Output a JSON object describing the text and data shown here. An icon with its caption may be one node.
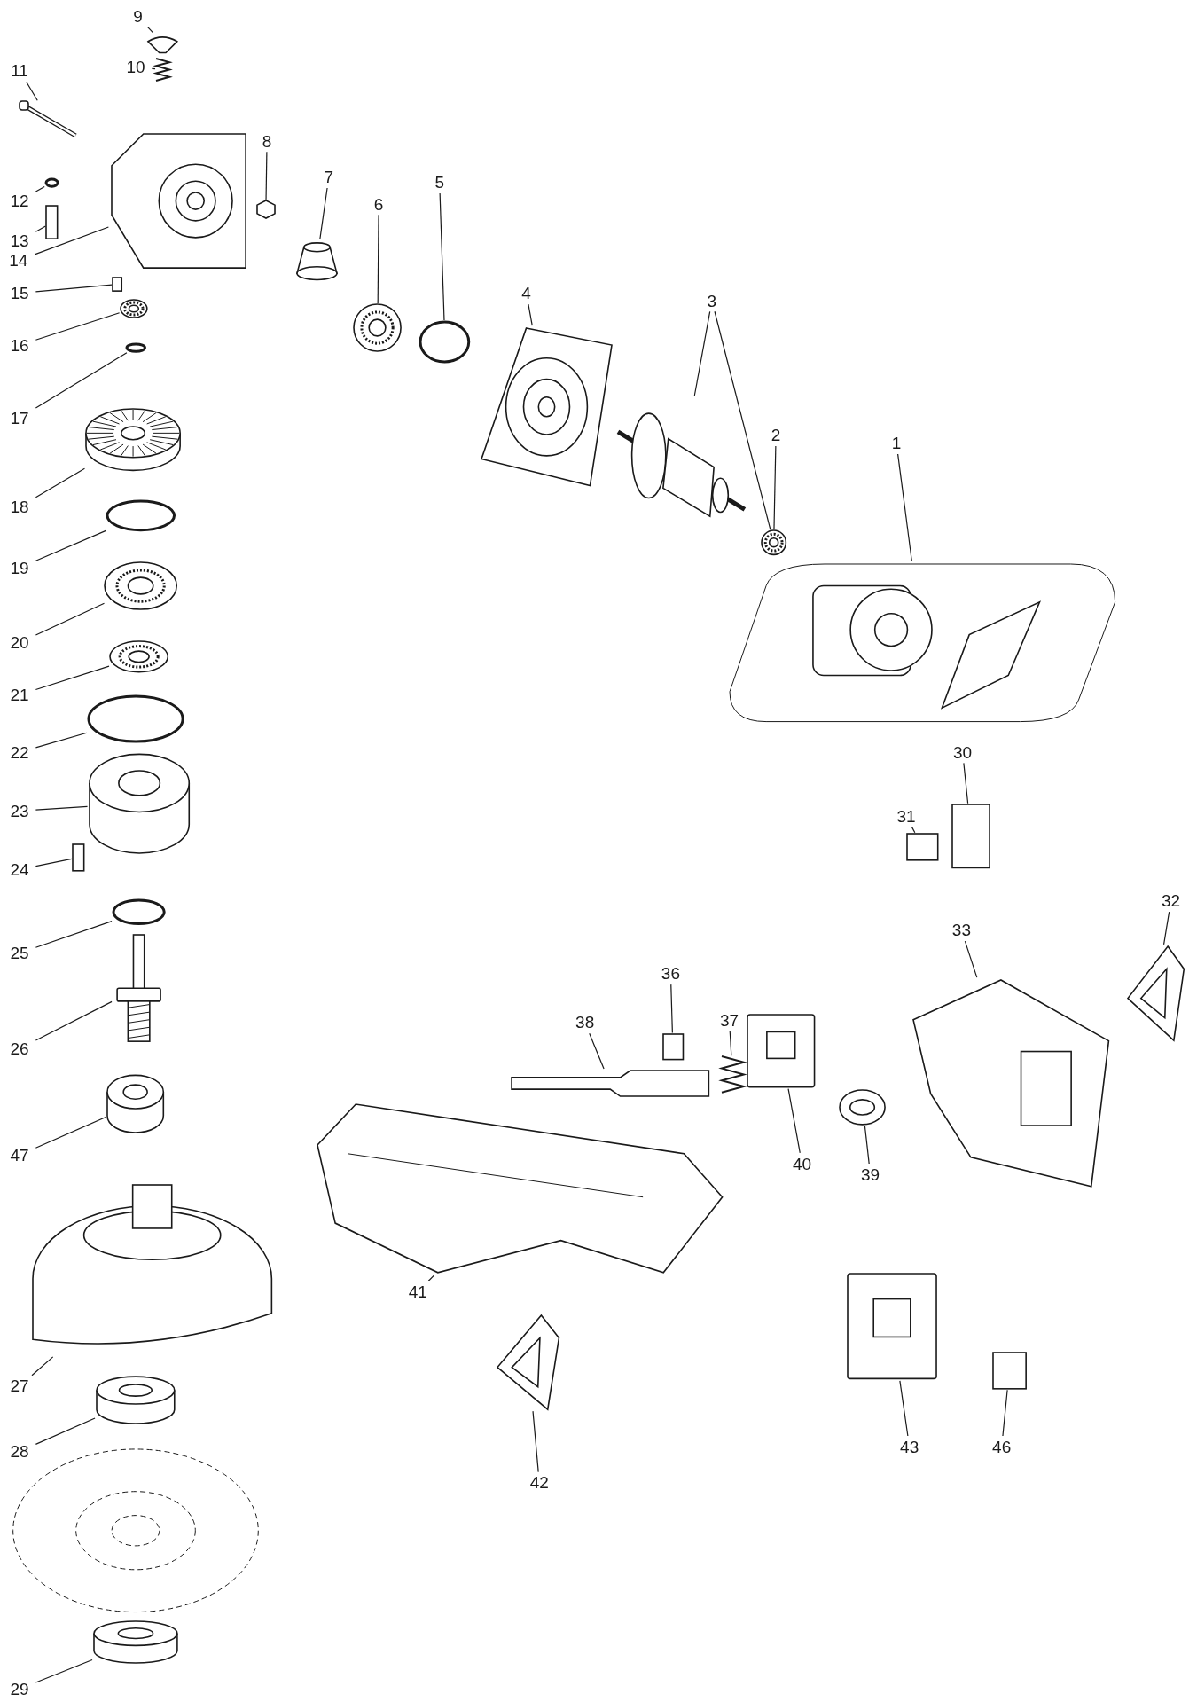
{
  "diagram": {
    "nodes": [
      {
        "text": [
          "9"
        ]
      },
      {
        "text": [],
        "shape": "picture"
      },
      {
        "text": [
          "10"
        ]
      },
      {
        "text": [],
        "shape": "picture"
      },
      {
        "text": [
          "11"
        ]
      },
      {
        "text": [],
        "shape": "picture"
      },
      {
        "text": [
          "12"
        ]
      },
      {
        "text": [],
        "shape": "ring"
      },
      {
        "text": [
          "13"
        ]
      },
      {
        "text": [],
        "shape": "box"
      },
      {
        "text": [
          "14"
        ]
      },
      {
        "text": [],
        "shape": "picture"
      },
      {
        "text": [
          "15"
        ]
      },
      {
        "text": [],
        "shape": "box"
      },
      {
        "text": [
          "16"
        ]
      },
      {
        "text": [],
        "shape": "picture"
      },
      {
        "text": [
          "17"
        ]
      },
      {
        "text": [],
        "shape": "ring"
      },
      {
        "text": [
          "18"
        ]
      },
      {
        "text": [],
        "shape": "picture"
      },
      {
        "text": [
          "19"
        ]
      },
      {
        "text": [],
        "shape": "ring"
      },
      {
        "text": [
          "20"
        ]
      },
      {
        "text": [],
        "shape": "picture"
      },
      {
        "text": [
          "21"
        ]
      },
      {
        "text": [],
        "shape": "picture"
      },
      {
        "text": [
          "22"
        ]
      },
      {
        "text": [],
        "shape": "ring"
      },
      {
        "text": [
          "23"
        ]
      },
      {
        "text": [],
        "shape": "cylinder"
      },
      {
        "text": [
          "24"
        ]
      },
      {
        "text": [],
        "shape": "box"
      },
      {
        "text": [
          "25"
        ]
      },
      {
        "text": [],
        "shape": "ring"
      },
      {
        "text": [
          "26"
        ]
      },
      {
        "text": [],
        "shape": "picture"
      },
      {
        "text": [
          "47"
        ]
      },
      {
        "text": [],
        "shape": "cylinder"
      },
      {
        "text": [
          "27"
        ]
      },
      {
        "text": [],
        "shape": "picture"
      },
      {
        "text": [
          "28"
        ]
      },
      {
        "text": [],
        "shape": "cylinder"
      },
      {
        "text": [
          "29"
        ]
      },
      {
        "text": [],
        "shape": "cylinder"
      },
      {
        "text": [
          "8"
        ]
      },
      {
        "text": [],
        "shape": "hexagon"
      },
      {
        "text": [
          "7"
        ]
      },
      {
        "text": [],
        "shape": "cone"
      },
      {
        "text": [
          "6"
        ]
      },
      {
        "text": [],
        "shape": "picture"
      },
      {
        "text": [
          "5"
        ]
      },
      {
        "text": [],
        "shape": "ring"
      },
      {
        "text": [
          "4"
        ]
      },
      {
        "text": [],
        "shape": "picture"
      },
      {
        "text": [
          "3"
        ]
      },
      {
        "text": [],
        "shape": "picture"
      },
      {
        "text": [
          "2"
        ]
      },
      {
        "text": [],
        "shape": "picture"
      },
      {
        "text": [
          "1"
        ]
      },
      {
        "text": [],
        "shape": "picture"
      },
      {
        "text": [
          "30"
        ]
      },
      {
        "text": [],
        "shape": "box"
      },
      {
        "text": [
          "31"
        ]
      },
      {
        "text": [],
        "shape": "box"
      },
      {
        "text": [
          "32"
        ]
      },
      {
        "text": [],
        "shape": "picture"
      },
      {
        "text": [
          "33"
        ]
      },
      {
        "text": [],
        "shape": "picture"
      },
      {
        "text": [
          "36"
        ]
      },
      {
        "text": [],
        "shape": "box"
      },
      {
        "text": [
          "37"
        ]
      },
      {
        "text": [],
        "shape": "picture"
      },
      {
        "text": [
          "38"
        ]
      },
      {
        "text": [],
        "shape": "picture"
      },
      {
        "text": [
          "40"
        ]
      },
      {
        "text": [],
        "shape": "picture"
      },
      {
        "text": [
          "39"
        ]
      },
      {
        "text": [],
        "shape": "picture"
      },
      {
        "text": [
          "41"
        ]
      },
      {
        "text": [],
        "shape": "picture"
      },
      {
        "text": [
          "42"
        ]
      },
      {
        "text": [],
        "shape": "picture"
      },
      {
        "text": [
          "43"
        ]
      },
      {
        "text": [],
        "shape": "picture"
      },
      {
        "text": [
          "46"
        ]
      },
      {
        "text": [],
        "shape": "box"
      }
    ],
    "edges": [
      {
        "from": 0,
        "to": 1,
        "arrow": "none"
      },
      {
        "from": 2,
        "to": 3,
        "arrow": "none"
      },
      {
        "from": 4,
        "to": 5,
        "arrow": "none"
      },
      {
        "from": 6,
        "to": 7,
        "arrow": "none"
      },
      {
        "from": 8,
        "to": 9,
        "arrow": "none"
      },
      {
        "from": 10,
        "to": 11,
        "arrow": "none"
      },
      {
        "from": 12,
        "to": 13,
        "arrow": "none"
      },
      {
        "from": 14,
        "to": 15,
        "arrow": "none"
      },
      {
        "from": 16,
        "to": 17,
        "arrow": "none"
      },
      {
        "from": 18,
        "to": 19,
        "arrow": "none"
      },
      {
        "from": 20,
        "to": 21,
        "arrow": "none"
      },
      {
        "from": 22,
        "to": 23,
        "arrow": "none"
      },
      {
        "from": 24,
        "to": 25,
        "arrow": "none"
      },
      {
        "from": 26,
        "to": 27,
        "arrow": "none"
      },
      {
        "from": 28,
        "to": 29,
        "arrow": "none"
      },
      {
        "from": 30,
        "to": 31,
        "arrow": "none"
      },
      {
        "from": 32,
        "to": 33,
        "arrow": "none"
      },
      {
        "from": 34,
        "to": 35,
        "arrow": "none"
      },
      {
        "from": 36,
        "to": 37,
        "arrow": "none"
      },
      {
        "from": 38,
        "to": 39,
        "arrow": "none"
      },
      {
        "from": 40,
        "to": 41,
        "arrow": "none"
      },
      {
        "from": 42,
        "to": 43,
        "arrow": "none"
      },
      {
        "from": 44,
        "to": 45,
        "arrow": "none"
      },
      {
        "from": 46,
        "to": 47,
        "arrow": "none"
      },
      {
        "from": 48,
        "to": 49,
        "arrow": "none"
      },
      {
        "from": 50,
        "to": 51,
        "arrow": "none"
      },
      {
        "from": 52,
        "to": 53,
        "arrow": "none"
      },
      {
        "from": 54,
        "to": 55,
        "arrow": "none"
      },
      {
        "from": 54,
        "to": 57,
        "arrow": "none"
      },
      {
        "from": 56,
        "to": 57,
        "arrow": "none"
      },
      {
        "from": 58,
        "to": 59,
        "arrow": "none"
      },
      {
        "from": 60,
        "to": 61,
        "arrow": "none"
      },
      {
        "from": 62,
        "to": 63,
        "arrow": "none"
      },
      {
        "from": 64,
        "to": 65,
        "arrow": "none"
      },
      {
        "from": 66,
        "to": 67,
        "arrow": "none"
      },
      {
        "from": 68,
        "to": 69,
        "arrow": "none"
      },
      {
        "from": 70,
        "to": 71,
        "arrow": "none"
      },
      {
        "from": 72,
        "to": 73,
        "arrow": "none"
      },
      {
        "from": 74,
        "to": 75,
        "arrow": "none"
      },
      {
        "from": 76,
        "to": 77,
        "arrow": "none"
      },
      {
        "from": 78,
        "to": 79,
        "arrow": "none"
      },
      {
        "from": 80,
        "to": 81,
        "arrow": "none"
      },
      {
        "from": 82,
        "to": 83,
        "arrow": "none"
      },
      {
        "from": 84,
        "to": 85,
        "arrow": "none"
      }
    ]
  }
}
